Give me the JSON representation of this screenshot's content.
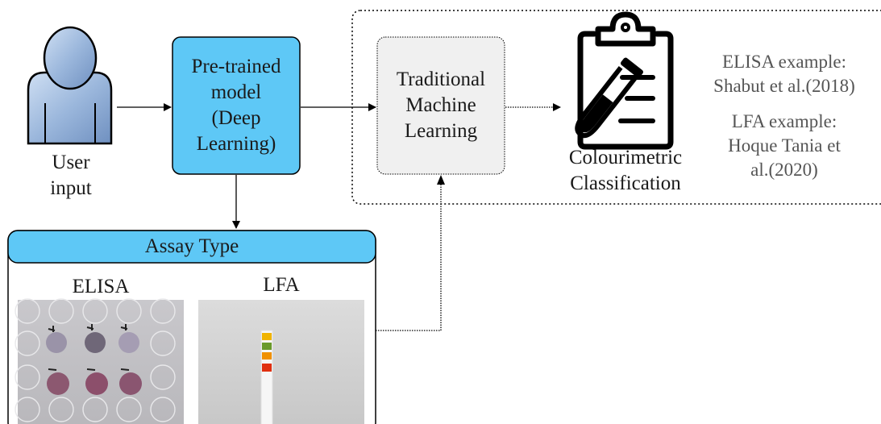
{
  "user": {
    "label_line1": "User",
    "label_line2": "input"
  },
  "pretrained": {
    "lines": [
      "Pre-trained",
      "model",
      "(Deep",
      "Learning)"
    ]
  },
  "traditional": {
    "lines": [
      "Traditional",
      "Machine",
      "Learning"
    ]
  },
  "classification": {
    "label_line1": "Colourimetric",
    "label_line2": "Classification"
  },
  "references": {
    "elisa_line1": "ELISA example:",
    "elisa_line2": "Shabut et al.(2018)",
    "lfa_line1": "LFA example:",
    "lfa_line2": "Hoque Tania et",
    "lfa_line3": "al.(2020)"
  },
  "assay": {
    "title": "Assay Type",
    "elisa_label": "ELISA",
    "lfa_label": "LFA"
  },
  "colors": {
    "blue_fill": "#5ec8f6",
    "grey_fill": "#f0f0f0",
    "user_fill": "#9bb7dc",
    "lfa_pad_yellow": "#f0b400",
    "lfa_pad_green": "#6a9a2a",
    "lfa_pad_orange": "#f09000",
    "lfa_pad_red": "#e03010"
  }
}
